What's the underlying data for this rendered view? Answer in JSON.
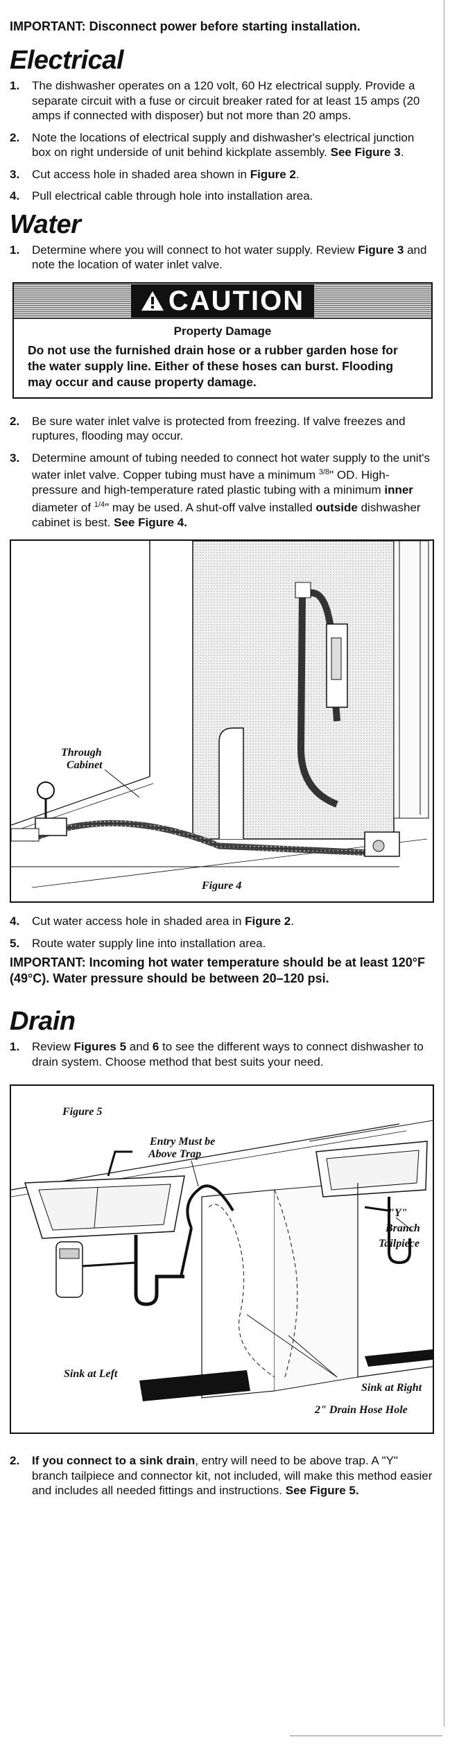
{
  "important_top": "IMPORTANT:  Disconnect power before starting installation.",
  "electrical": {
    "heading": "Electrical",
    "items": [
      {
        "num": "1.",
        "text": "The dishwasher operates on a 120 volt, 60 Hz electrical supply. Provide a separate circuit with a fuse or circuit breaker rated for at least 15 amps (20 amps if connected with disposer) but not more than 20 amps."
      },
      {
        "num": "2.",
        "text": "Note the locations of electrical supply and dishwasher's electrical junction box on right underside of unit behind kickplate assembly. ",
        "bold": "See Figure 3",
        "tail": "."
      },
      {
        "num": "3.",
        "text": "Cut access hole in shaded area shown in ",
        "bold": "Figure 2",
        "tail": "."
      },
      {
        "num": "4.",
        "text": "Pull electrical cable through hole into installation area."
      }
    ]
  },
  "water": {
    "heading": "Water",
    "item1": {
      "num": "1.",
      "text": "Determine where you will connect to hot water supply. Review ",
      "bold": "Figure 3",
      "tail": " and note the location of water inlet valve."
    },
    "caution": {
      "word": "CAUTION",
      "sub": "Property Damage",
      "body": "Do not use the furnished drain hose or a rubber garden hose for the water supply line. Either of these hoses can burst. Flooding may occur and cause property damage."
    },
    "item2": {
      "num": "2.",
      "text": "Be sure water inlet valve is protected from freezing. If valve freezes and ruptures, flooding may occur."
    },
    "item3": {
      "num": "3.",
      "p1": "Determine amount of tubing needed to connect hot water supply to the unit's water inlet valve. Copper tubing must have a minimum  ",
      "frac1": "3/8",
      "p2": "\" OD.  High-pressure and high-temperature rated plastic tubing with a minimum ",
      "b1": "inner",
      "p3": " diameter of  ",
      "frac2": "1/4",
      "p4": "\" may be used. A shut-off valve installed ",
      "b2": "outside",
      "p5": " dishwasher cabinet is best. ",
      "b3": "See Figure 4."
    },
    "figure4": {
      "caption": "Figure 4",
      "label_through": "Through",
      "label_cabinet": "Cabinet"
    },
    "item4": {
      "num": "4.",
      "text": "Cut water access hole in shaded area in ",
      "bold": "Figure 2",
      "tail": "."
    },
    "item5": {
      "num": "5.",
      "text": "Route water supply line into installation area."
    },
    "important2": "IMPORTANT:   Incoming hot water temperature should be at least 120°F (49°C).  Water pressure should be between 20–120 psi."
  },
  "drain": {
    "heading": "Drain",
    "item1": {
      "num": "1.",
      "text": "Review ",
      "bold": "Figures 5",
      "mid": " and ",
      "bold2": "6",
      "tail": " to see the different ways to connect dishwasher to drain system. Choose method that best suits your need."
    },
    "figure5": {
      "caption": "Figure 5",
      "entry1": "Entry Must be",
      "entry2": "Above Trap",
      "y_branch": "\"Y\"",
      "branch": "Branch",
      "tailpiece": "Tailpiece",
      "sink_left": "Sink at Left",
      "sink_right": "Sink at Right",
      "drain_hole": "2\" Drain Hose Hole"
    },
    "item2": {
      "num": "2.",
      "bold": "If you connect to a sink drain",
      "text": ", entry will need to be above trap. A \"Y\" branch tailpiece and connector kit, not included, will make this method easier and includes all needed fittings and instructions. ",
      "bold2": "See Figure 5."
    }
  }
}
